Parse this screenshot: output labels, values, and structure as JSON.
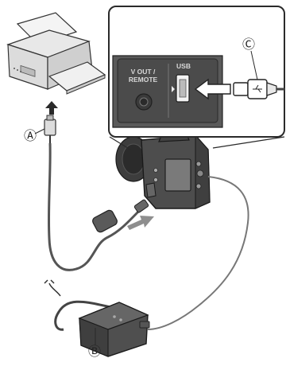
{
  "diagram": {
    "callouts": {
      "usb_cable": "Ⓐ",
      "ac_adaptor": "Ⓑ",
      "usb_plug": "Ⓒ"
    },
    "port_labels": {
      "vout_line1": "V OUT /",
      "vout_line2": "REMOTE",
      "usb": "USB"
    },
    "colors": {
      "line": "#2a2a2a",
      "cable": "#555555",
      "camera_body": "#4d4d4d",
      "panel": "#5a5a5a",
      "arrow": "#8e8e8e"
    }
  }
}
